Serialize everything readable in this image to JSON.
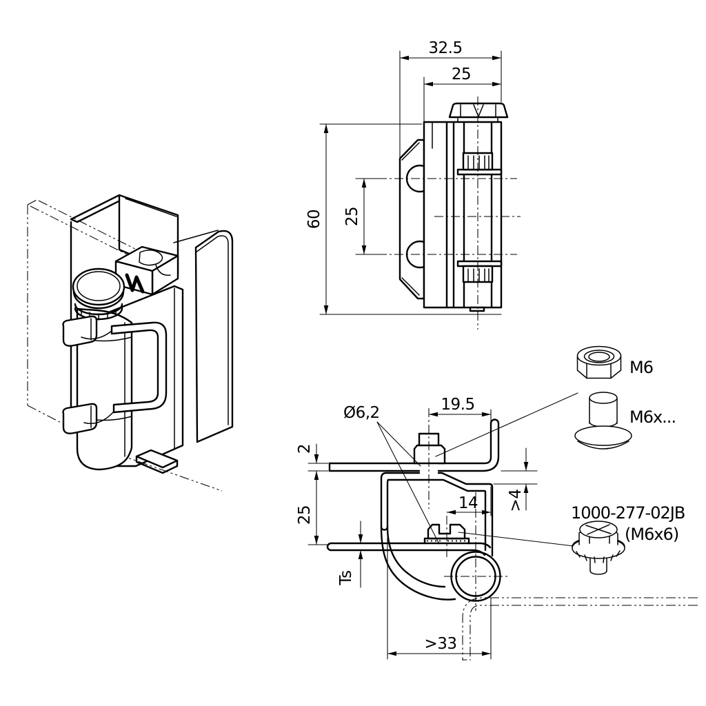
{
  "front_view": {
    "overall_width": "32.5",
    "leaf_width": "25",
    "height": "60",
    "hole_spacing": "25"
  },
  "section_view": {
    "hole_diameter": "Ø6,2",
    "stud_offset": "19.5",
    "sheet_thickness": "2",
    "depth": "25",
    "nut_offset": "14",
    "clearance": ">4",
    "panel_thickness": "Ts",
    "min_depth": ">33"
  },
  "parts": {
    "nut_label": "M6",
    "bolt_label": "M6x...",
    "screw_part_number": "1000-277-02JB",
    "screw_size": "(M6x6)"
  },
  "colors": {
    "line": "#000000",
    "background": "#ffffff"
  }
}
